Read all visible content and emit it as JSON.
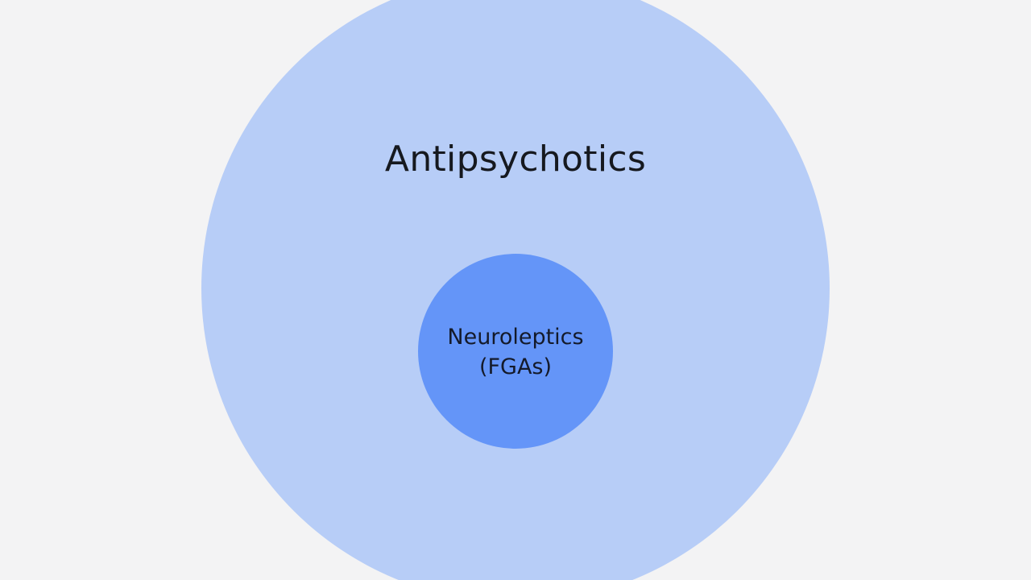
{
  "diagram": {
    "type": "nested-circles",
    "background_color": "#f3f3f4",
    "outer": {
      "label": "Antipsychotics",
      "color": "#b7cdf7"
    },
    "inner": {
      "label_line1": "Neuroleptics",
      "label_line2": "(FGAs)",
      "color": "#6495f8"
    }
  }
}
